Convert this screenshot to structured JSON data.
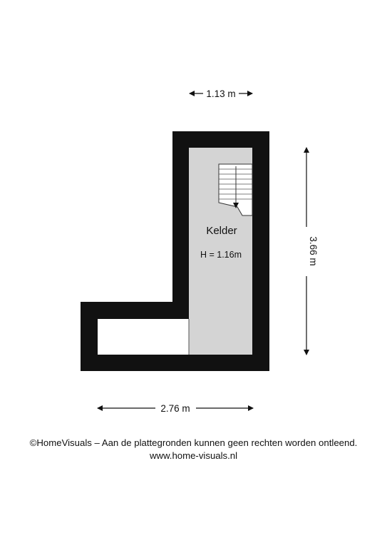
{
  "plan": {
    "room_name": "Kelder",
    "room_height": "H = 1.16m",
    "stair_direction": "down-arrow",
    "colors": {
      "wall": "#111111",
      "floor": "#d4d4d4",
      "background": "#ffffff"
    }
  },
  "dimensions": {
    "top": "1.13 m",
    "bottom": "2.76 m",
    "right": "3.66 m"
  },
  "footer": {
    "line1": "©HomeVisuals – Aan de plattegronden kunnen geen rechten worden ontleend.",
    "line2": "www.home-visuals.nl"
  }
}
